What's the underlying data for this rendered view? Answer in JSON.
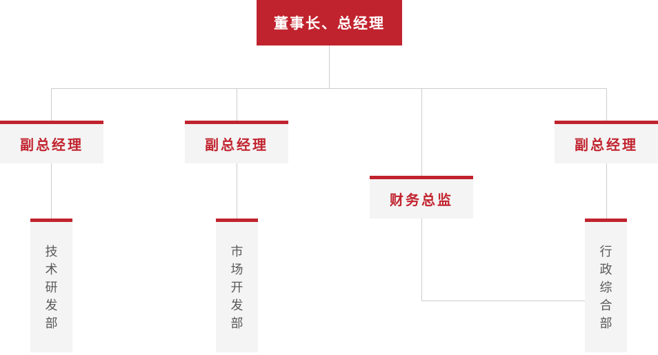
{
  "org_chart": {
    "root": {
      "label": "董事长、总经理"
    },
    "managers": [
      {
        "label": "副总经理"
      },
      {
        "label": "副总经理"
      },
      {
        "label": "财务总监"
      },
      {
        "label": "副总经理"
      }
    ],
    "departments": [
      {
        "label": "技术研发部"
      },
      {
        "label": "市场开发部"
      },
      {
        "label": "行政综合部"
      }
    ],
    "colors": {
      "accent_red": "#c1232e",
      "node_background": "#f4f4f4",
      "connector_line": "#cccccc",
      "department_text": "#595959",
      "root_text": "#ffffff"
    }
  }
}
